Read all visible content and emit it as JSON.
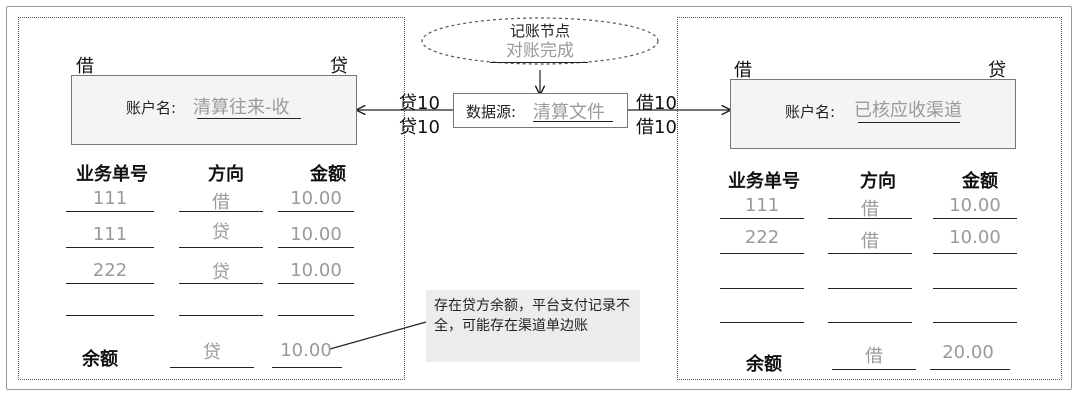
{
  "node": {
    "title": "记账节点",
    "value": "对账完成"
  },
  "source": {
    "label": "数据源:",
    "value": "清算文件"
  },
  "flows": {
    "left_top": "贷10",
    "left_bottom": "贷10",
    "right_top": "借10",
    "right_bottom": "借10"
  },
  "left_ledger": {
    "debit": "借",
    "credit": "贷",
    "account_label": "账户名:",
    "account_value": "清算往来-收",
    "columns": [
      "业务单号",
      "方向",
      "金额"
    ],
    "rows": [
      {
        "id": "111",
        "dir": "借",
        "amount": "10.00"
      },
      {
        "id": "111",
        "dir": "贷",
        "amount": "10.00"
      },
      {
        "id": "222",
        "dir": "贷",
        "amount": "10.00"
      },
      {
        "id": "",
        "dir": "",
        "amount": ""
      }
    ],
    "balance_label": "余额",
    "balance_dir": "贷",
    "balance_amount": "10.00"
  },
  "right_ledger": {
    "debit": "借",
    "credit": "贷",
    "account_label": "账户名:",
    "account_value": "已核应收渠道",
    "columns": [
      "业务单号",
      "方向",
      "金额"
    ],
    "rows": [
      {
        "id": "111",
        "dir": "借",
        "amount": "10.00"
      },
      {
        "id": "222",
        "dir": "借",
        "amount": "10.00"
      },
      {
        "id": "",
        "dir": "",
        "amount": ""
      },
      {
        "id": "",
        "dir": "",
        "amount": ""
      }
    ],
    "balance_label": "余额",
    "balance_dir": "借",
    "balance_amount": "20.00"
  },
  "note": "存在贷方余额，平台支付记录不全，可能存在渠道单边账"
}
